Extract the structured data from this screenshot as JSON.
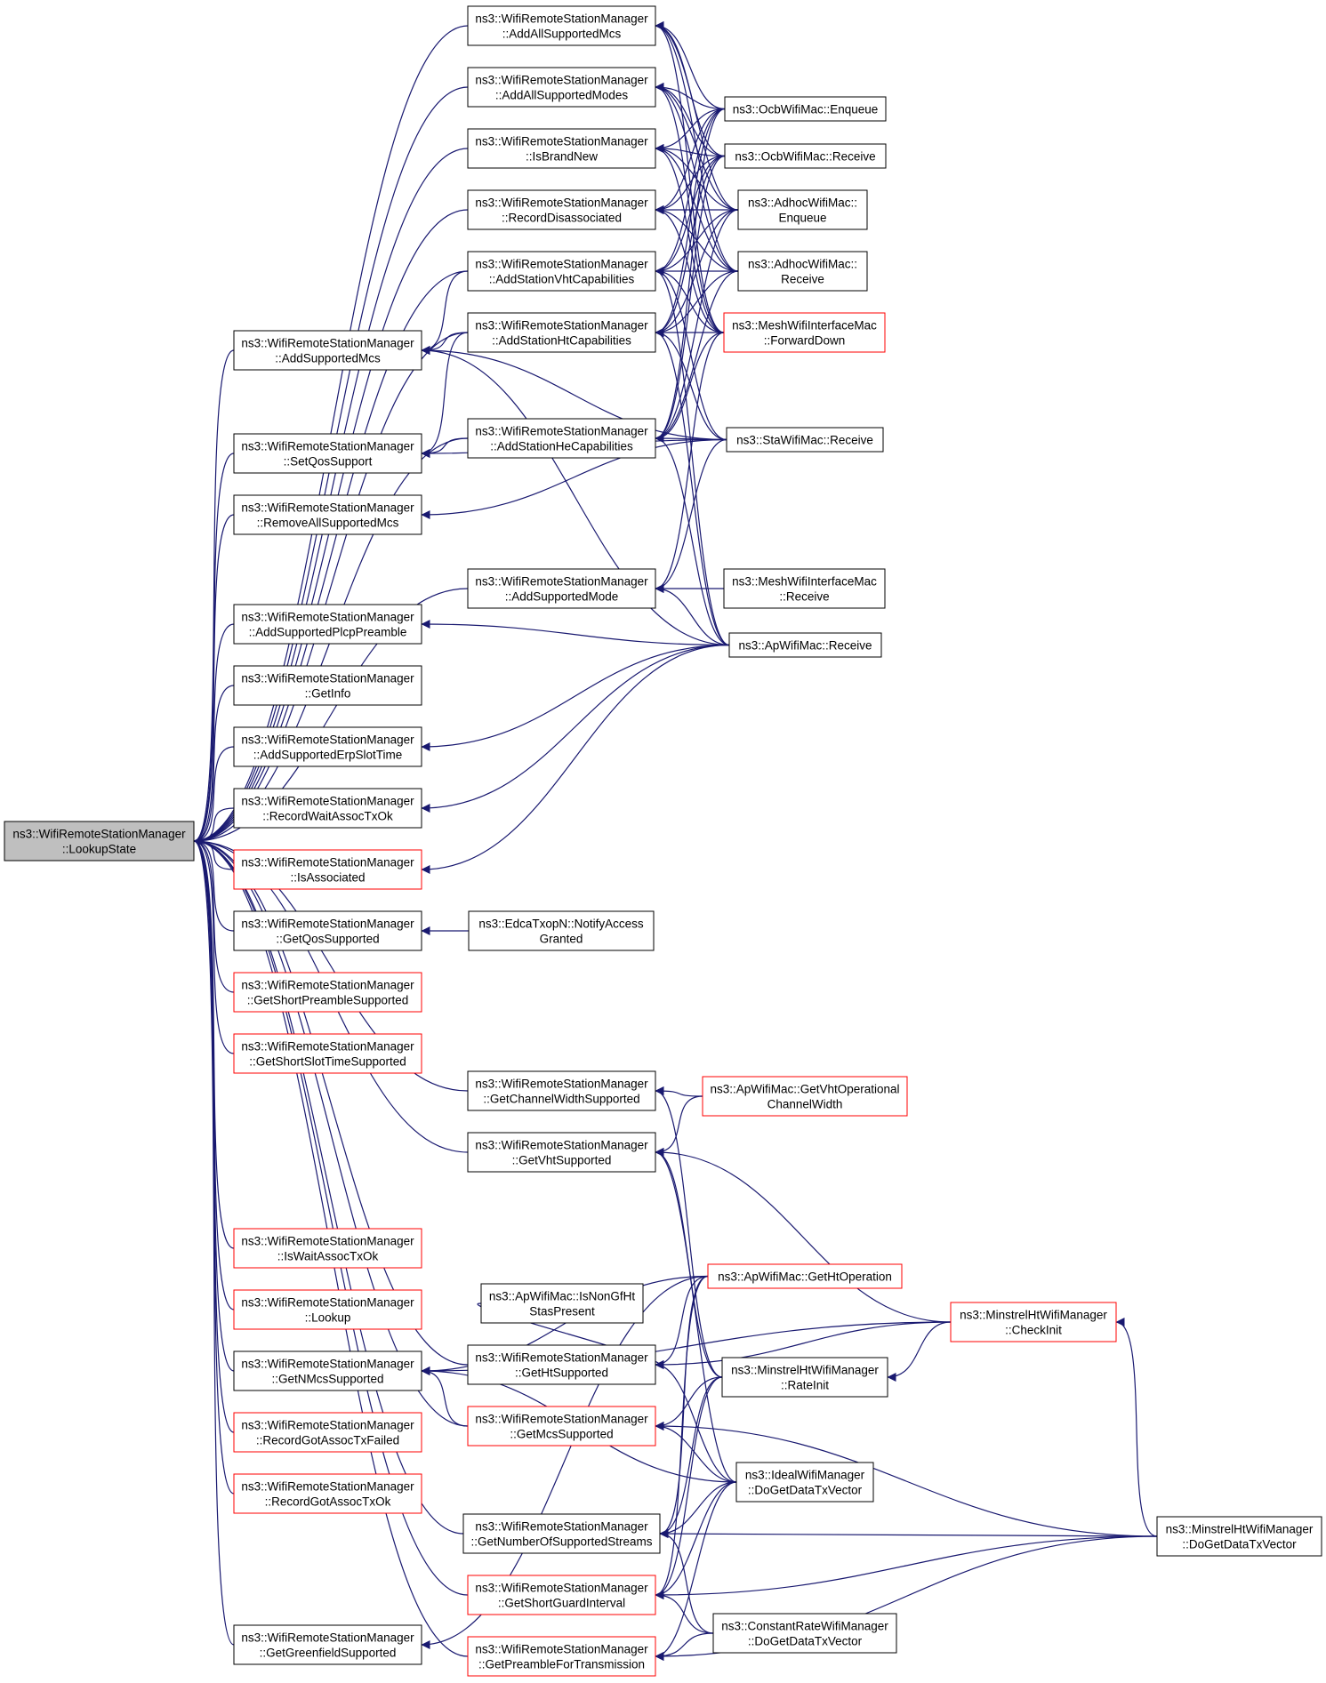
{
  "colors": {
    "edge": "#191970",
    "node_border": "#000000",
    "node_border_partial": "#ff0000",
    "root_fill": "#bfbfbf",
    "node_fill": "#ffffff"
  },
  "nodes": [
    {
      "id": "root",
      "lines": [
        "ns3::WifiRemoteStationManager",
        "::LookupState"
      ],
      "root": true
    },
    {
      "id": "addSupportedMcs",
      "lines": [
        "ns3::WifiRemoteStationManager",
        "::AddSupportedMcs"
      ]
    },
    {
      "id": "setQosSupport",
      "lines": [
        "ns3::WifiRemoteStationManager",
        "::SetQosSupport"
      ]
    },
    {
      "id": "removeAllSupportedMcs",
      "lines": [
        "ns3::WifiRemoteStationManager",
        "::RemoveAllSupportedMcs"
      ]
    },
    {
      "id": "addSupportedPlcpPreamble",
      "lines": [
        "ns3::WifiRemoteStationManager",
        "::AddSupportedPlcpPreamble"
      ]
    },
    {
      "id": "getInfo",
      "lines": [
        "ns3::WifiRemoteStationManager",
        "::GetInfo"
      ]
    },
    {
      "id": "addSupportedErpSlotTime",
      "lines": [
        "ns3::WifiRemoteStationManager",
        "::AddSupportedErpSlotTime"
      ]
    },
    {
      "id": "recordWaitAssocTxOk",
      "lines": [
        "ns3::WifiRemoteStationManager",
        "::RecordWaitAssocTxOk"
      ]
    },
    {
      "id": "isAssociated",
      "lines": [
        "ns3::WifiRemoteStationManager",
        "::IsAssociated"
      ],
      "partial": true
    },
    {
      "id": "getQosSupported",
      "lines": [
        "ns3::WifiRemoteStationManager",
        "::GetQosSupported"
      ]
    },
    {
      "id": "getShortPreambleSupported",
      "lines": [
        "ns3::WifiRemoteStationManager",
        "::GetShortPreambleSupported"
      ],
      "partial": true
    },
    {
      "id": "getShortSlotTimeSupported",
      "lines": [
        "ns3::WifiRemoteStationManager",
        "::GetShortSlotTimeSupported"
      ],
      "partial": true
    },
    {
      "id": "isWaitAssocTxOk",
      "lines": [
        "ns3::WifiRemoteStationManager",
        "::IsWaitAssocTxOk"
      ],
      "partial": true
    },
    {
      "id": "lookup",
      "lines": [
        "ns3::WifiRemoteStationManager",
        "::Lookup"
      ],
      "partial": true
    },
    {
      "id": "getNMcsSupported",
      "lines": [
        "ns3::WifiRemoteStationManager",
        "::GetNMcsSupported"
      ]
    },
    {
      "id": "recordGotAssocTxFailed",
      "lines": [
        "ns3::WifiRemoteStationManager",
        "::RecordGotAssocTxFailed"
      ],
      "partial": true
    },
    {
      "id": "recordGotAssocTxOk",
      "lines": [
        "ns3::WifiRemoteStationManager",
        "::RecordGotAssocTxOk"
      ],
      "partial": true
    },
    {
      "id": "getGreenfieldSupported",
      "lines": [
        "ns3::WifiRemoteStationManager",
        "::GetGreenfieldSupported"
      ]
    },
    {
      "id": "addAllSupportedMcs",
      "lines": [
        "ns3::WifiRemoteStationManager",
        "::AddAllSupportedMcs"
      ]
    },
    {
      "id": "addAllSupportedModes",
      "lines": [
        "ns3::WifiRemoteStationManager",
        "::AddAllSupportedModes"
      ]
    },
    {
      "id": "isBrandNew",
      "lines": [
        "ns3::WifiRemoteStationManager",
        "::IsBrandNew"
      ]
    },
    {
      "id": "recordDisassociated",
      "lines": [
        "ns3::WifiRemoteStationManager",
        "::RecordDisassociated"
      ]
    },
    {
      "id": "addStationVhtCapabilities",
      "lines": [
        "ns3::WifiRemoteStationManager",
        "::AddStationVhtCapabilities"
      ]
    },
    {
      "id": "addStationHtCapabilities",
      "lines": [
        "ns3::WifiRemoteStationManager",
        "::AddStationHtCapabilities"
      ]
    },
    {
      "id": "addStationHeCapabilities",
      "lines": [
        "ns3::WifiRemoteStationManager",
        "::AddStationHeCapabilities"
      ]
    },
    {
      "id": "addSupportedMode",
      "lines": [
        "ns3::WifiRemoteStationManager",
        "::AddSupportedMode"
      ]
    },
    {
      "id": "edcaNotify",
      "lines": [
        "ns3::EdcaTxopN::NotifyAccess",
        "Granted"
      ]
    },
    {
      "id": "getChannelWidthSupported",
      "lines": [
        "ns3::WifiRemoteStationManager",
        "::GetChannelWidthSupported"
      ]
    },
    {
      "id": "getVhtSupported",
      "lines": [
        "ns3::WifiRemoteStationManager",
        "::GetVhtSupported"
      ]
    },
    {
      "id": "isNonGfHt",
      "lines": [
        "ns3::ApWifiMac::IsNonGfHt",
        "StasPresent"
      ]
    },
    {
      "id": "getHtSupported",
      "lines": [
        "ns3::WifiRemoteStationManager",
        "::GetHtSupported"
      ]
    },
    {
      "id": "getMcsSupported",
      "lines": [
        "ns3::WifiRemoteStationManager",
        "::GetMcsSupported"
      ],
      "partial": true
    },
    {
      "id": "getNumberOfSupportedStreams",
      "lines": [
        "ns3::WifiRemoteStationManager",
        "::GetNumberOfSupportedStreams"
      ]
    },
    {
      "id": "getShortGuardInterval",
      "lines": [
        "ns3::WifiRemoteStationManager",
        "::GetShortGuardInterval"
      ],
      "partial": true
    },
    {
      "id": "getPreambleForTransmission",
      "lines": [
        "ns3::WifiRemoteStationManager",
        "::GetPreambleForTransmission"
      ],
      "partial": true
    },
    {
      "id": "ocbEnqueue",
      "lines": [
        "ns3::OcbWifiMac::Enqueue"
      ]
    },
    {
      "id": "ocbReceive",
      "lines": [
        "ns3::OcbWifiMac::Receive"
      ]
    },
    {
      "id": "adhocEnqueue",
      "lines": [
        "ns3::AdhocWifiMac::",
        "Enqueue"
      ]
    },
    {
      "id": "adhocReceive",
      "lines": [
        "ns3::AdhocWifiMac::",
        "Receive"
      ]
    },
    {
      "id": "meshForwardDown",
      "lines": [
        "ns3::MeshWifiInterfaceMac",
        "::ForwardDown"
      ],
      "partial": true
    },
    {
      "id": "staReceive",
      "lines": [
        "ns3::StaWifiMac::Receive"
      ]
    },
    {
      "id": "meshReceive",
      "lines": [
        "ns3::MeshWifiInterfaceMac",
        "::Receive"
      ]
    },
    {
      "id": "apReceive",
      "lines": [
        "ns3::ApWifiMac::Receive"
      ]
    },
    {
      "id": "apGetVhtOp",
      "lines": [
        "ns3::ApWifiMac::GetVhtOperational",
        "ChannelWidth"
      ],
      "partial": true
    },
    {
      "id": "apGetHtOp",
      "lines": [
        "ns3::ApWifiMac::GetHtOperation"
      ],
      "partial": true
    },
    {
      "id": "minstrelRateInit",
      "lines": [
        "ns3::MinstrelHtWifiManager",
        "::RateInit"
      ]
    },
    {
      "id": "idealDoGet",
      "lines": [
        "ns3::IdealWifiManager",
        "::DoGetDataTxVector"
      ]
    },
    {
      "id": "constantDoGet",
      "lines": [
        "ns3::ConstantRateWifiManager",
        "::DoGetDataTxVector"
      ]
    },
    {
      "id": "minstrelCheckInit",
      "lines": [
        "ns3::MinstrelHtWifiManager",
        "::CheckInit"
      ],
      "partial": true
    },
    {
      "id": "minstrelDoGet",
      "lines": [
        "ns3::MinstrelHtWifiManager",
        "::DoGetDataTxVector"
      ]
    }
  ]
}
